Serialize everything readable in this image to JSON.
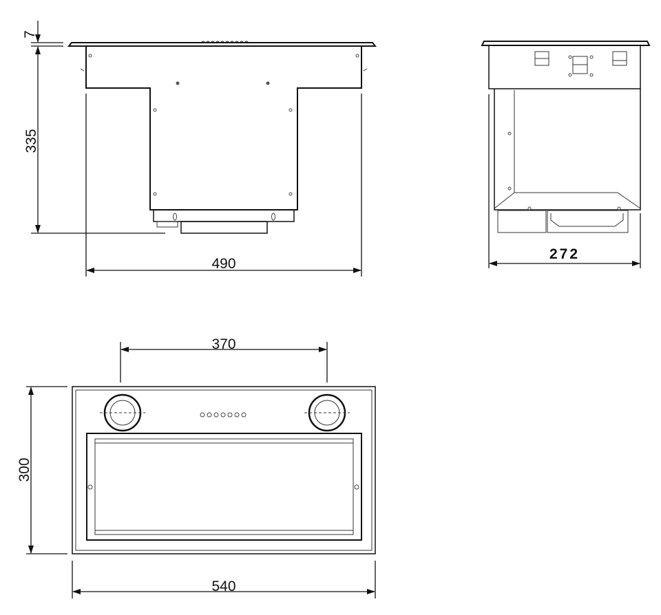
{
  "dimensions": {
    "front_view": {
      "lip_height": "7",
      "height": "335",
      "width": "490"
    },
    "side_view": {
      "depth": "272"
    },
    "bottom_view": {
      "duct_spacing": "370",
      "depth": "300",
      "width": "540"
    }
  }
}
